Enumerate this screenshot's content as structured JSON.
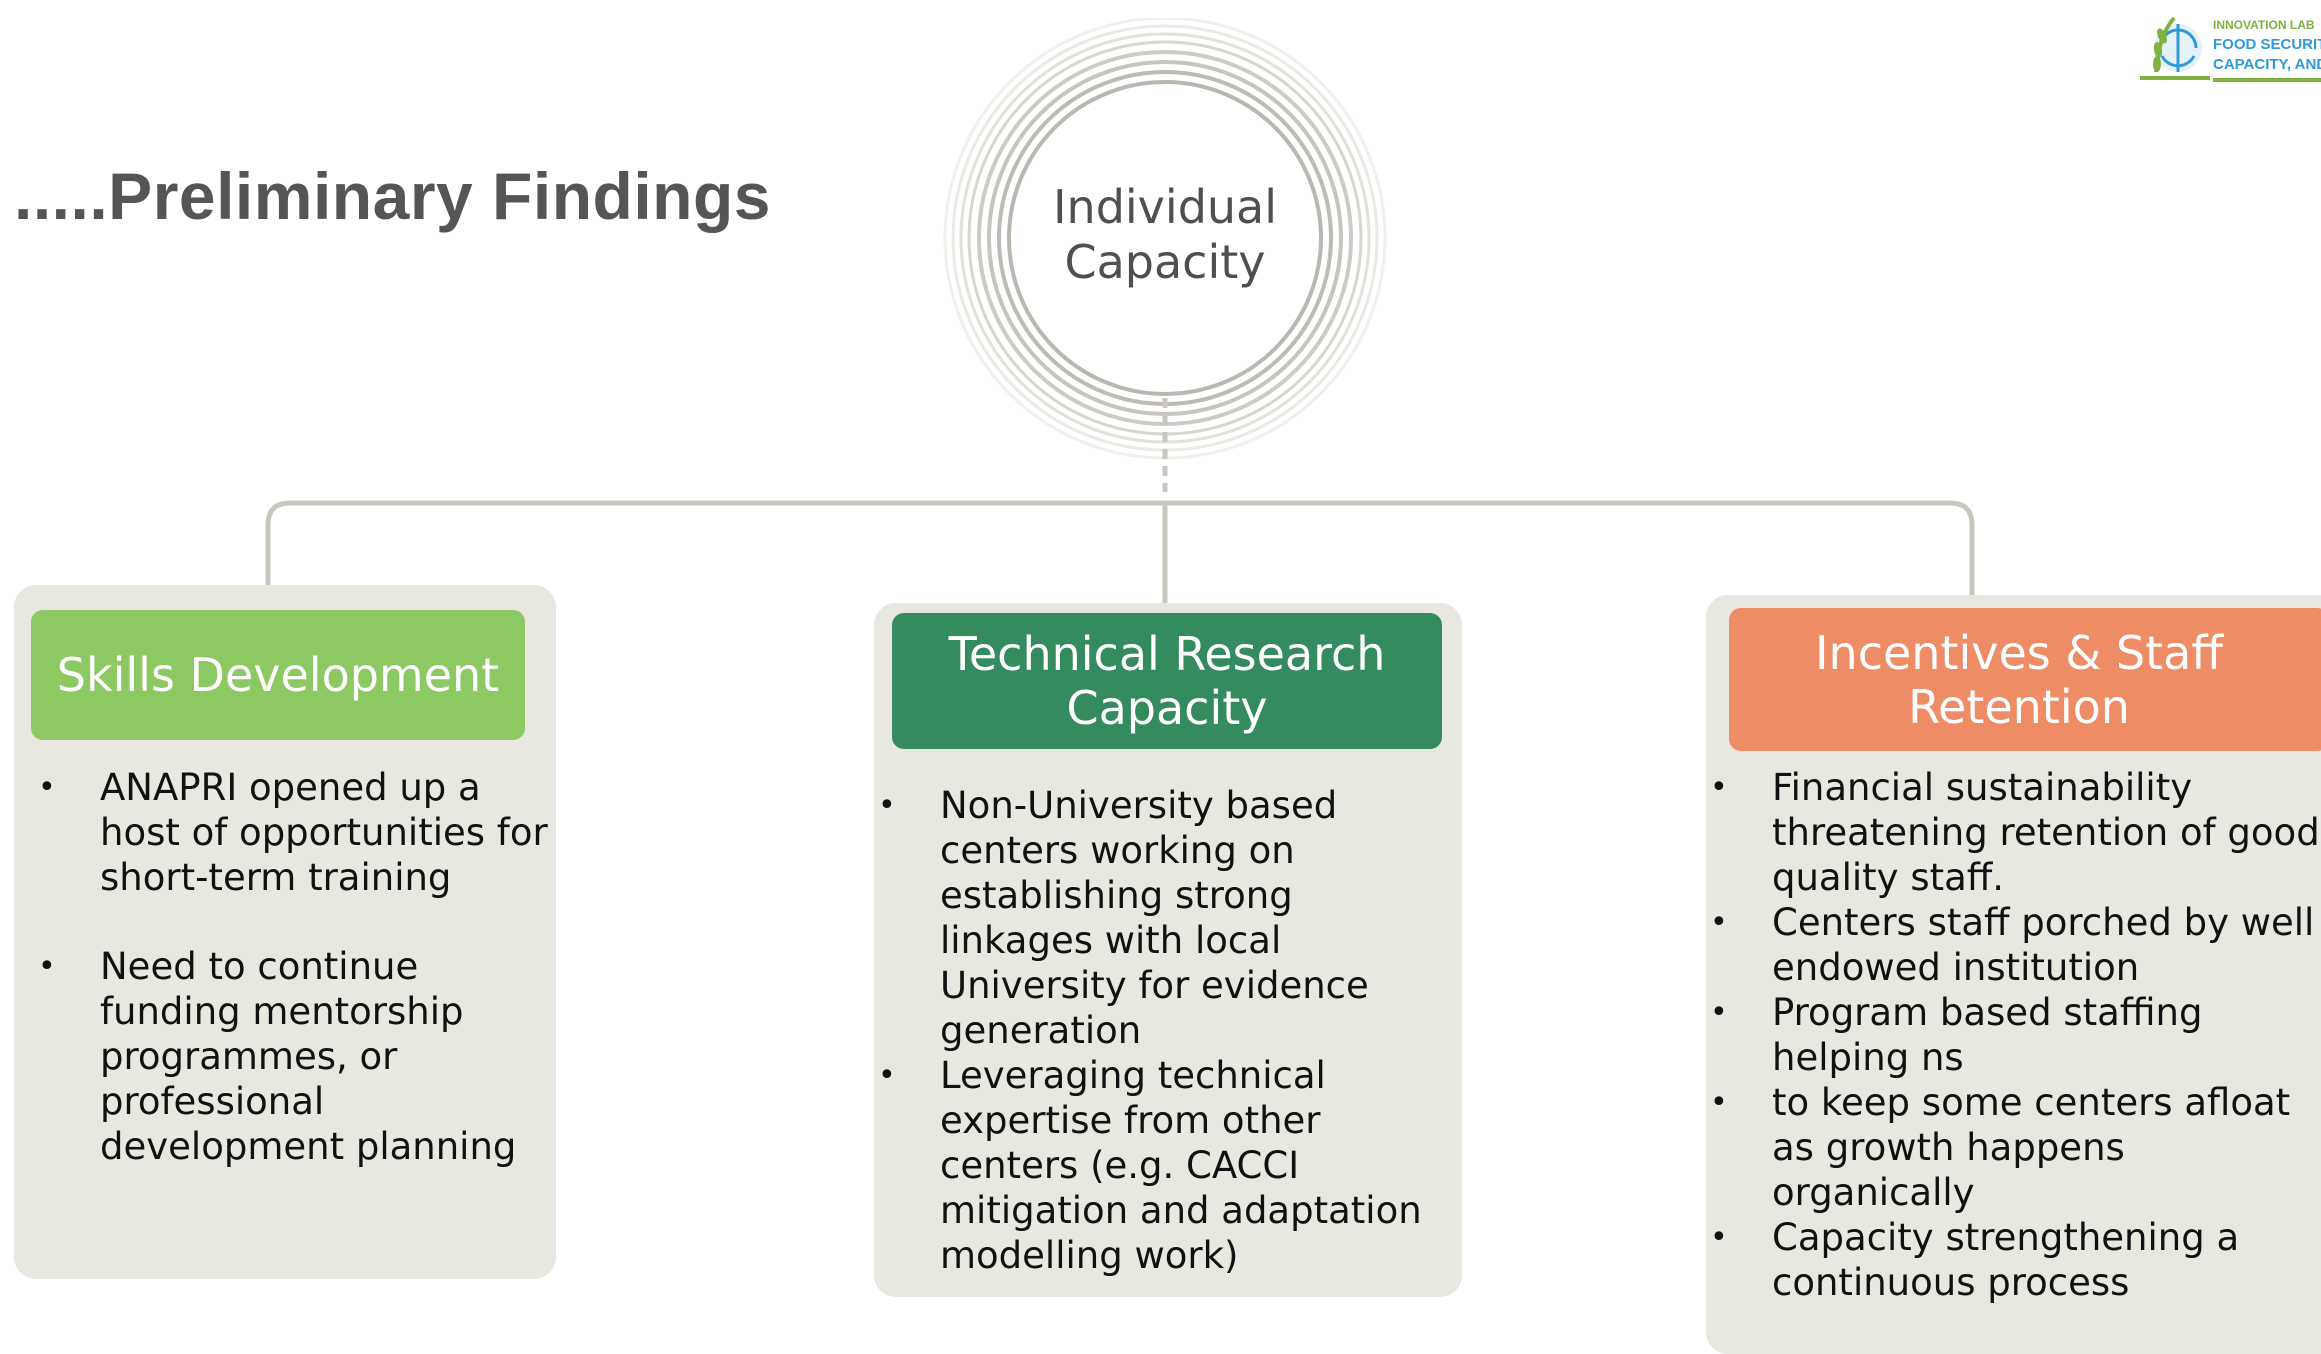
{
  "title": ".....Preliminary Findings",
  "logo": {
    "lines": [
      "INNOVATION LAB",
      "FOOD SECURITY",
      "CAPACITY, AND"
    ],
    "icon": "globe-wheat-icon"
  },
  "hub": {
    "label_line1": "Individual",
    "label_line2": "Capacity"
  },
  "colors": {
    "skills": "#8cc963",
    "technical": "#348b5f",
    "incentives": "#ee8c66",
    "card_bg": "#e8e7e0",
    "connector": "#c9c7c0"
  },
  "cards": [
    {
      "title": "Skills Development",
      "bullets": [
        "ANAPRI opened up a host of opportunities for short-term training",
        "Need to continue funding mentorship programmes, or professional development planning"
      ]
    },
    {
      "title": "Technical Research Capacity",
      "bullets": [
        "Non-University based centers working on establishing strong linkages with local University for evidence generation",
        "Leveraging technical expertise from other centers (e.g. CACCI mitigation and adaptation modelling work)"
      ]
    },
    {
      "title": "Incentives & Staff Retention",
      "bullets": [
        "Financial sustainability threatening retention of good quality staff.",
        "Centers staff porched by well endowed  institution",
        "Program based staffing helping ns",
        "to keep some centers afloat as growth happens organically",
        "Capacity strengthening a continuous process"
      ]
    }
  ]
}
